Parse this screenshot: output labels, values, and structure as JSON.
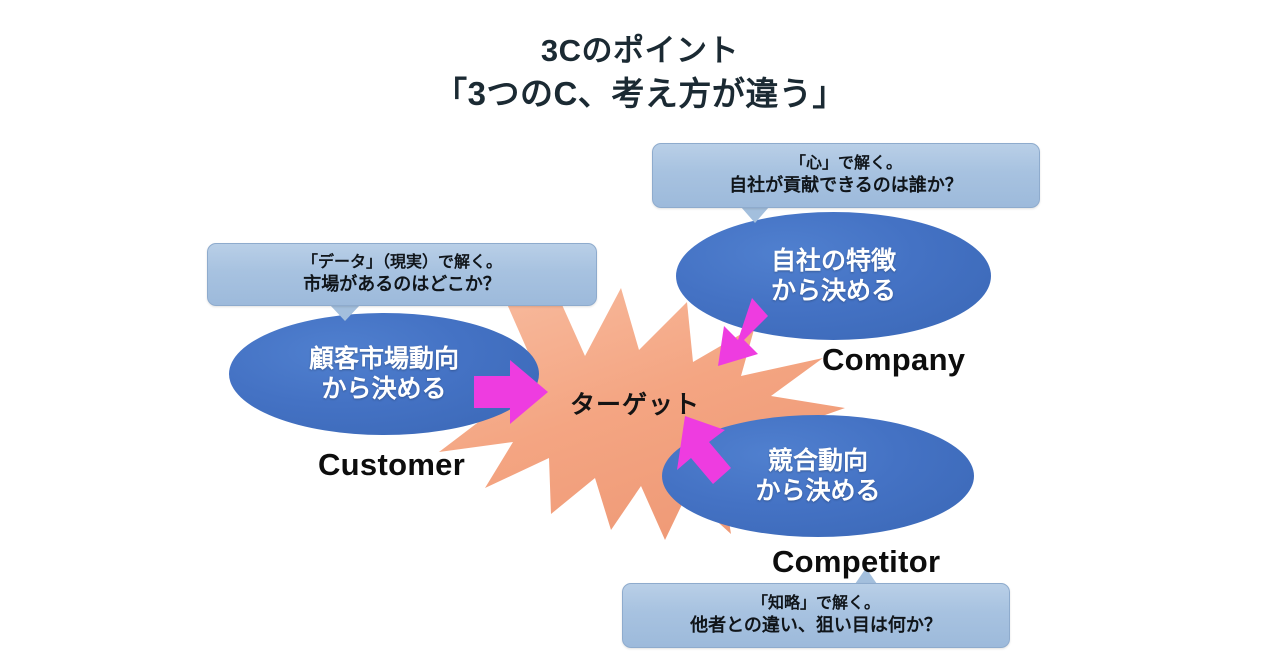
{
  "title": {
    "line1": "3Cのポイント",
    "line2": "「3つのC、考え方が違う」"
  },
  "center": {
    "label": "ターゲット"
  },
  "nodes": {
    "customer": {
      "en_label": "Customer",
      "ellipse_line1": "顧客市場動向",
      "ellipse_line2": "から決める",
      "callout_line1": "「データ」（現実）で解く。",
      "callout_line2": "市場があるのはどこか？"
    },
    "company": {
      "en_label": "Company",
      "ellipse_line1": "自社の特徴",
      "ellipse_line2": "から決める",
      "callout_line1": "「心」で解く。",
      "callout_line2": "自社が貢献できるのは誰か？"
    },
    "competitor": {
      "en_label": "Competitor",
      "ellipse_line1": "競合動向",
      "ellipse_line2": "から決める",
      "callout_line1": "「知略」で解く。",
      "callout_line2": "他者との違い、狙い目は何か？"
    }
  },
  "colors": {
    "ellipse_blue": "#4472c4",
    "callout_blue": "#a7c2e0",
    "starburst_peach": "#f4a582",
    "arrow_magenta": "#ee3ce0",
    "title_text": "#1b2a33",
    "background": "#ffffff"
  }
}
